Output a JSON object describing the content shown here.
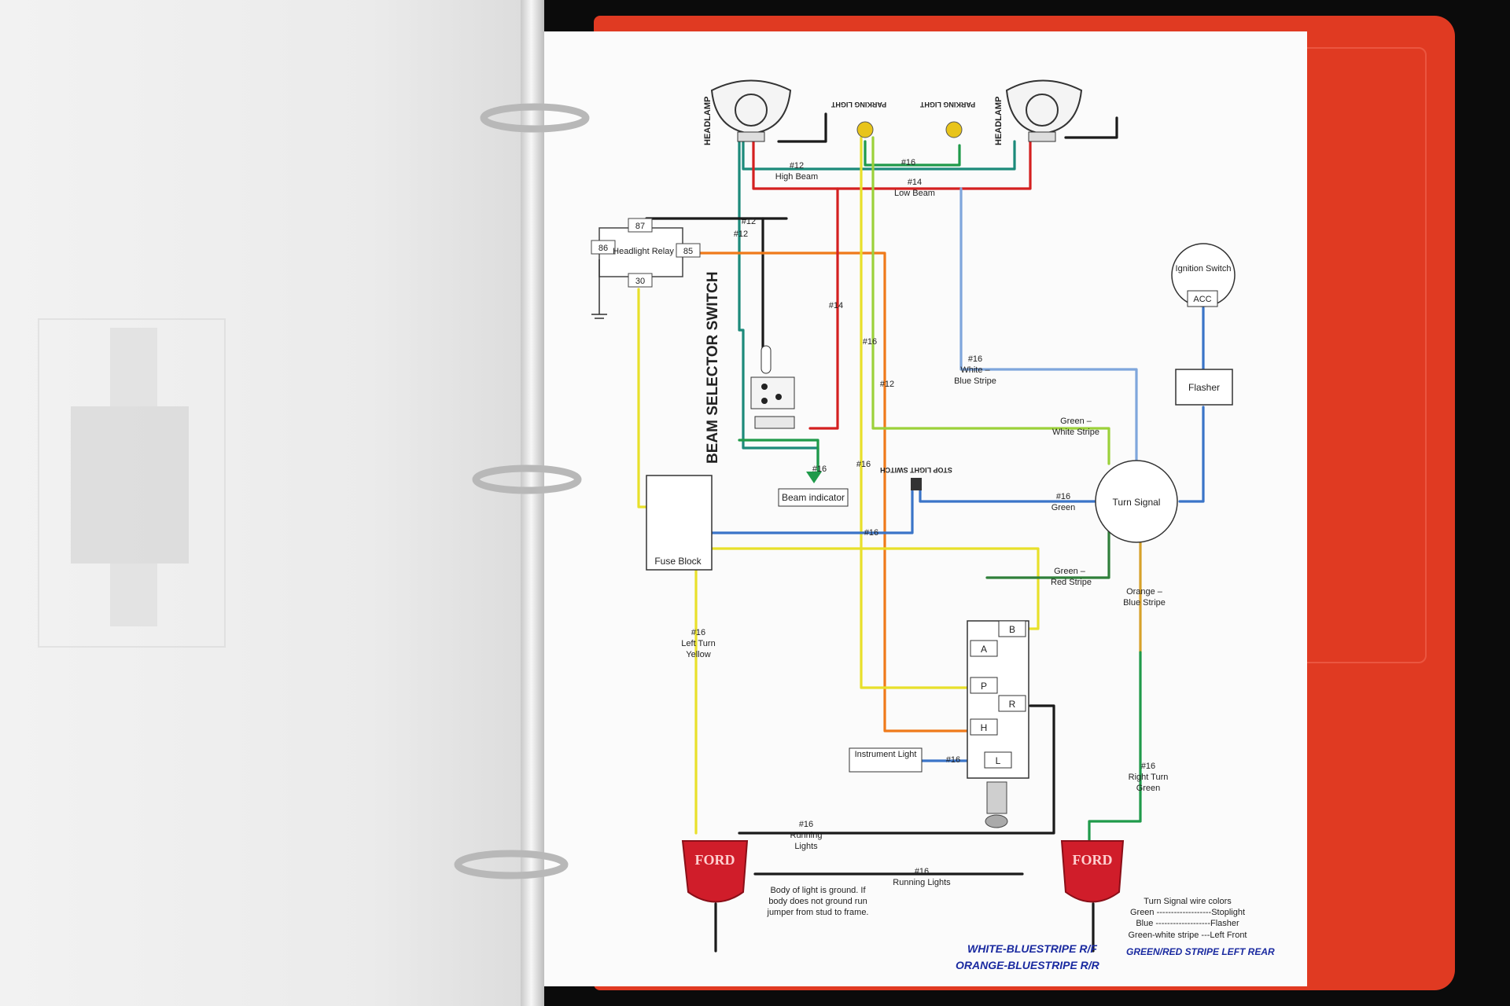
{
  "components": {
    "headlamp": "HEADLAMP",
    "parking_light": "PARKING LIGHT",
    "relay_87": "87",
    "relay_86": "86",
    "relay_85": "85",
    "relay_30": "30",
    "relay_label": "Headlight Relay",
    "beam_selector": "BEAM SELECTOR SWITCH",
    "beam_indicator": "Beam indicator",
    "fuse_block": "Fuse Block",
    "ignition_switch": "Ignition Switch",
    "acc": "ACC",
    "flasher": "Flasher",
    "turn_signal": "Turn Signal",
    "stop_light_switch": "STOP LIGHT SWITCH",
    "instrument_light": "Instrument Light",
    "switch_b": "B",
    "switch_a": "A",
    "switch_p": "P",
    "switch_r": "R",
    "switch_h": "H",
    "switch_l": "L",
    "tail_badge": "FORD"
  },
  "wires": {
    "high_beam_gauge": "#12",
    "high_beam": "High Beam",
    "parking_gauge": "#16",
    "low_beam_gauge": "#14",
    "low_beam": "Low Beam",
    "relay_87_gauge": "#12",
    "relay_86_gauge": "#12",
    "mid_14": "#14",
    "mid_16": "#16",
    "mid_12": "#12",
    "white_blue_gauge": "#16",
    "white_blue": "White –",
    "white_blue_2": "Blue Stripe",
    "green_white": "Green –",
    "green_white_2": "White Stripe",
    "indicator_gauge": "#16",
    "stop_gauge": "#16",
    "stop_green": "Green",
    "vertical_16": "#16",
    "fuse_16": "#16",
    "green_red": "Green –",
    "green_red_2": "Red Stripe",
    "orange_blue": "Orange –",
    "orange_blue_2": "Blue Stripe",
    "left_turn_gauge": "#16",
    "left_turn": "Left Turn",
    "left_turn_color": "Yellow",
    "instrument_gauge": "#16",
    "right_turn_gauge": "#16",
    "right_turn": "Right Turn",
    "right_turn_color": "Green",
    "running_gauge_1": "#16",
    "running_1a": "Running",
    "running_1b": "Lights",
    "running_gauge_2": "#16",
    "running_2": "Running Lights"
  },
  "notes": {
    "ground_1": "Body of light is ground. If",
    "ground_2": "body does not ground run",
    "ground_3": "jumper from stud to frame.",
    "legend_title": "Turn Signal wire colors",
    "legend_1": "Green -------------------Stoplight",
    "legend_2": "Blue -------------------Flasher",
    "legend_3": "Green-white stripe ---Left Front",
    "hand_1": "WHITE-BLUESTRIPE R/F",
    "hand_2": "ORANGE-BLUESTRIPE R/R",
    "hand_3": "GREEN/RED STRIPE  LEFT REAR"
  },
  "colors": {
    "binder": "#e03a22",
    "wire_red": "#d42020",
    "wire_green": "#1f9a4a",
    "wire_teal": "#1c8a7a",
    "wire_yellow": "#e8e02a",
    "wire_orange": "#ef7a1a",
    "wire_blue": "#3a74c8",
    "wire_lightblue": "#7fa6dc",
    "wire_lime": "#9bd13a",
    "wire_black": "#1a1a1a",
    "tail_red": "#d01d2a",
    "ink_blue": "#1a2aa0"
  }
}
